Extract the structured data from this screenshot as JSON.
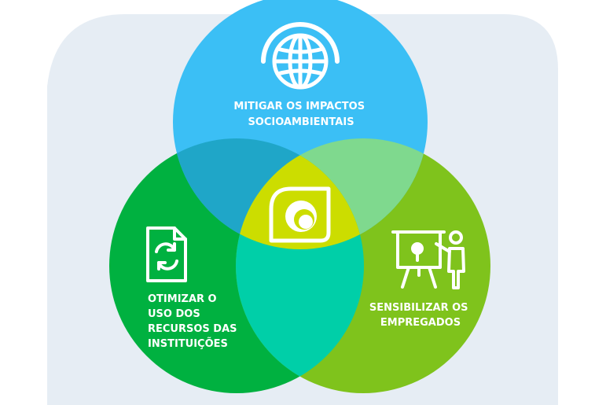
{
  "diagram": {
    "top": {
      "lines": [
        "MITIGAR OS IMPACTOS",
        "SOCIOAMBIENTAIS"
      ],
      "icon": "globe-icon",
      "color": "#3bbff5"
    },
    "left": {
      "lines": [
        "OTIMIZAR O",
        "USO DOS",
        "RECURSOS DAS",
        "INSTITUIÇÕES"
      ],
      "icon": "document-refresh-icon",
      "color": "#00b140"
    },
    "right": {
      "lines": [
        "SENSIBILIZAR OS",
        "EMPREGADOS"
      ],
      "icon": "presentation-icon",
      "color": "#7fc31c"
    },
    "center": {
      "icon": "logo-icon",
      "color": "#ccdd00"
    },
    "overlap_colors": {
      "top_left": "#1fa6c8",
      "top_right": "#7fd98e",
      "left_right": "#00cfa8"
    },
    "background_color": "#e6edf4"
  }
}
